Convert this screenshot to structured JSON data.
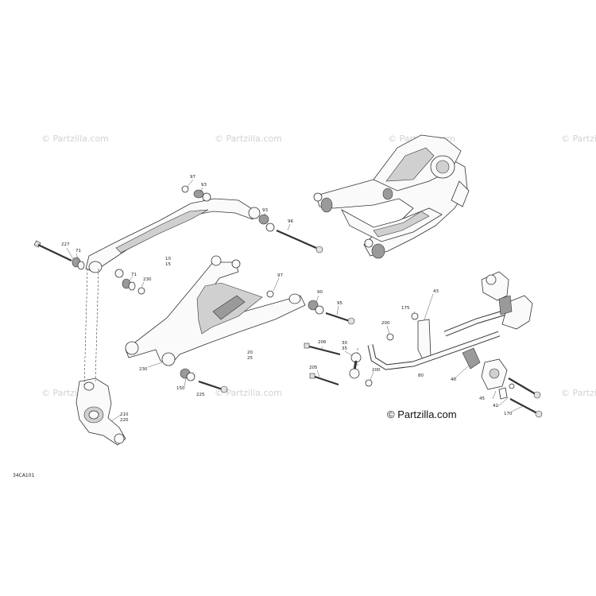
{
  "watermark": "© Partzilla.com",
  "brand_text": "© Partzilla.com",
  "diagram_code": "34CA101",
  "callouts": [
    {
      "id": "c97a",
      "text": "97"
    },
    {
      "id": "c93a",
      "text": "93"
    },
    {
      "id": "c93b",
      "text": "93"
    },
    {
      "id": "c96",
      "text": "96"
    },
    {
      "id": "c227",
      "text": "227"
    },
    {
      "id": "c71a",
      "text": "71"
    },
    {
      "id": "c10",
      "text": "10"
    },
    {
      "id": "c15",
      "text": "15"
    },
    {
      "id": "c71b",
      "text": "71"
    },
    {
      "id": "c230a",
      "text": "230"
    },
    {
      "id": "c97b",
      "text": "97"
    },
    {
      "id": "c90",
      "text": "90"
    },
    {
      "id": "c95",
      "text": "95"
    },
    {
      "id": "c20",
      "text": "20"
    },
    {
      "id": "c25",
      "text": "25"
    },
    {
      "id": "c230b",
      "text": "230"
    },
    {
      "id": "c150",
      "text": "150"
    },
    {
      "id": "c225",
      "text": "225"
    },
    {
      "id": "c210",
      "text": "210"
    },
    {
      "id": "c220",
      "text": "220"
    },
    {
      "id": "c175",
      "text": "175"
    },
    {
      "id": "c43",
      "text": "43"
    },
    {
      "id": "c200a",
      "text": "200"
    },
    {
      "id": "c206",
      "text": "206"
    },
    {
      "id": "c30",
      "text": "30"
    },
    {
      "id": "c35",
      "text": "35"
    },
    {
      "id": "c205",
      "text": "205"
    },
    {
      "id": "c200b",
      "text": "200"
    },
    {
      "id": "c80",
      "text": "80"
    },
    {
      "id": "c40",
      "text": "40"
    },
    {
      "id": "c45",
      "text": "45"
    },
    {
      "id": "c42",
      "text": "42"
    },
    {
      "id": "c170",
      "text": "170"
    }
  ]
}
